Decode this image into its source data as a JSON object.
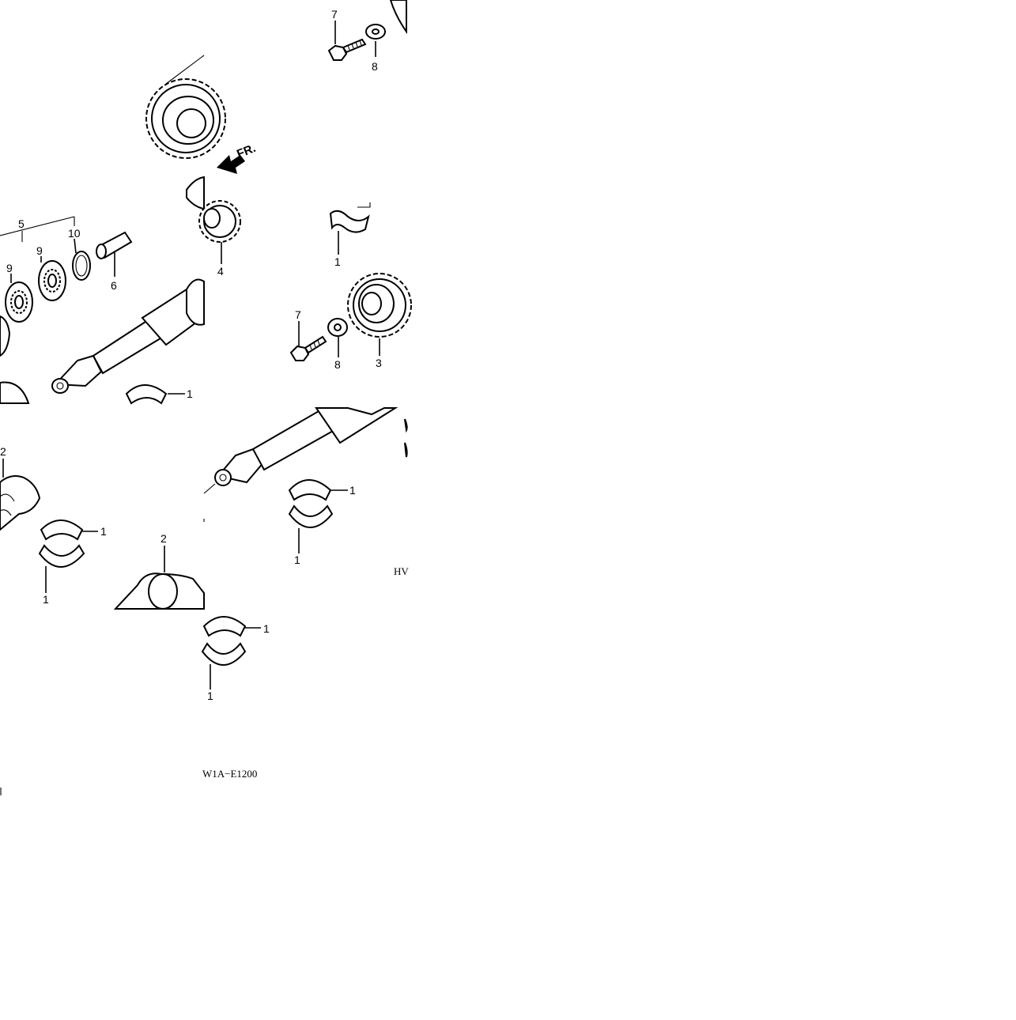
{
  "diagram": {
    "direction_label": "FR.",
    "ref_codes": [
      "W1A−E1200",
      "HV"
    ],
    "callouts": {
      "c1": "1",
      "c2": "2",
      "c3": "3",
      "c4": "4",
      "c5": "5",
      "c6": "6",
      "c7": "7",
      "c8": "8",
      "c9": "9",
      "c10": "10"
    }
  }
}
